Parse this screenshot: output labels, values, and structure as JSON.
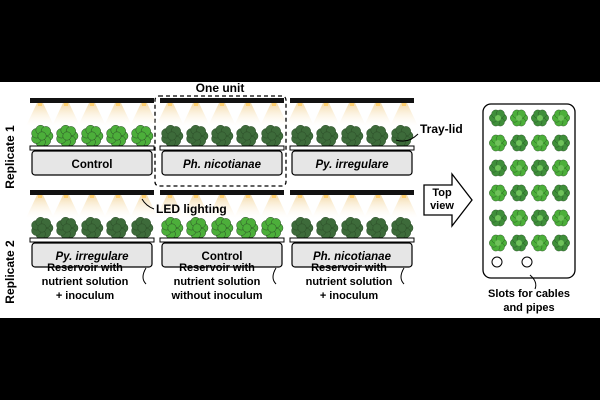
{
  "unit_label": "One unit",
  "replicates": [
    "Replicate 1",
    "Replicate 2"
  ],
  "row1_trays": [
    "Control",
    "Ph. nicotianae",
    "Py. irregulare"
  ],
  "row2_trays": [
    "Py. irregulare",
    "Control",
    "Ph. nicotianae"
  ],
  "tray_lid_label": "Tray-lid",
  "led_label": "LED lighting",
  "top_view_label": [
    "Top",
    "view"
  ],
  "reservoir_notes": [
    [
      "Reservoir with",
      "nutrient solution",
      "+ inoculum"
    ],
    [
      "Reservoir with",
      "nutrient solution",
      "without inoculum"
    ],
    [
      "Reservoir with",
      "nutrient solution",
      "+ inoculum"
    ]
  ],
  "slots_label": [
    "Slots for cables",
    "and pipes"
  ],
  "top_view_grid": {
    "rows": 6,
    "cols": 4,
    "slots": 2
  },
  "colors": {
    "leaf_light": "#4caf3a",
    "leaf_dark": "#3d6b3a",
    "glow": "#f7e7c4",
    "tray_fill": "#e6e6e6",
    "background_outer": "#000000"
  }
}
